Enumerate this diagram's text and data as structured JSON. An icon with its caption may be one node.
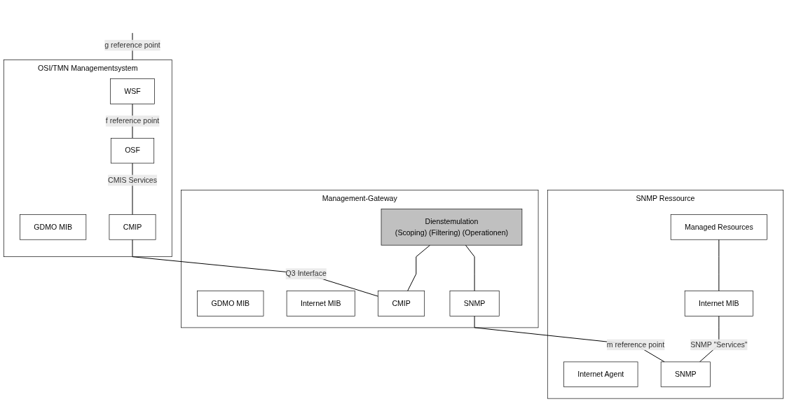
{
  "diagram": {
    "nodes": [
      {
        "text": [
          "OSI/TMN Managementsystem"
        ]
      },
      {
        "text": [
          "WSF"
        ],
        "in": 0
      },
      {
        "text": [
          "OSF"
        ],
        "in": 0
      },
      {
        "text": [
          "GDMO MIB"
        ],
        "in": 0
      },
      {
        "text": [
          "CMIP"
        ],
        "in": 0
      },
      {
        "text": [
          "Management-Gateway"
        ]
      },
      {
        "text": [
          "GDMO MIB"
        ],
        "in": 5
      },
      {
        "text": [
          "Internet MIB"
        ],
        "in": 5
      },
      {
        "text": [
          "Dienstemulation",
          "(Scoping) (Filtering) (Operationen)"
        ],
        "in": 5
      },
      {
        "text": [
          "CMIP"
        ],
        "in": 5
      },
      {
        "text": [
          "SNMP"
        ],
        "in": 5
      },
      {
        "text": [
          "SNMP Ressource"
        ]
      },
      {
        "text": [
          "Managed Resources"
        ],
        "in": 11
      },
      {
        "text": [
          "Internet MIB"
        ],
        "in": 11
      },
      {
        "text": [
          "Internet Agent"
        ],
        "in": 11
      },
      {
        "text": [
          "SNMP"
        ],
        "in": 11
      }
    ],
    "edges": [
      {
        "from": null,
        "to": 0,
        "arrow": "none",
        "label": "g reference point"
      },
      {
        "from": 1,
        "to": 2,
        "arrow": "none",
        "label": "f reference point"
      },
      {
        "from": 2,
        "to": 4,
        "arrow": "none",
        "label": "CMIS Services"
      },
      {
        "from": 8,
        "to": 9,
        "arrow": "none"
      },
      {
        "from": 8,
        "to": 10,
        "arrow": "none"
      },
      {
        "from": 12,
        "to": 13,
        "arrow": "none"
      },
      {
        "from": 13,
        "to": 15,
        "arrow": "none",
        "label": "SNMP \"Services\""
      },
      {
        "from": 4,
        "to": 9,
        "arrow": "none",
        "label": "Q3 Interface"
      },
      {
        "from": 10,
        "to": 15,
        "arrow": "none",
        "label": "m reference point"
      }
    ]
  }
}
